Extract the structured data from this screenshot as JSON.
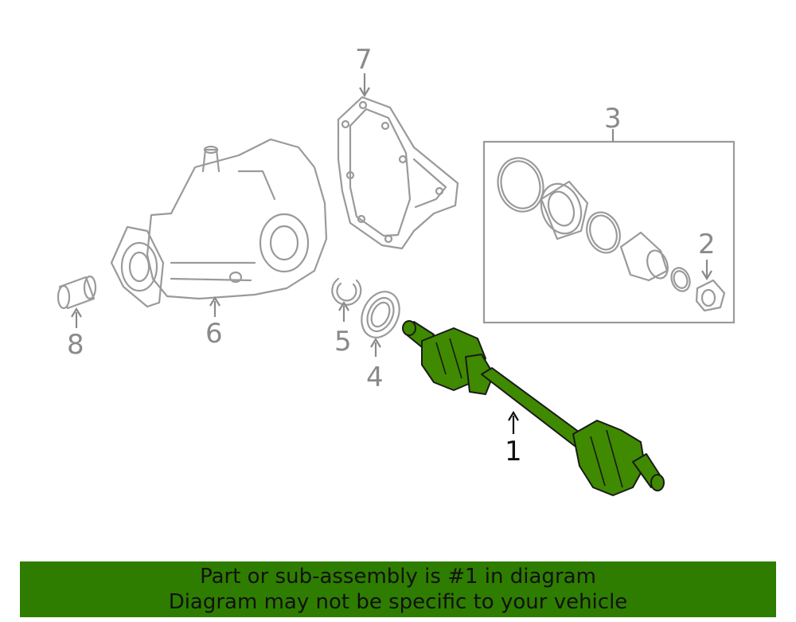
{
  "callouts": {
    "c1": "1",
    "c2": "2",
    "c3": "3",
    "c4": "4",
    "c5": "5",
    "c6": "6",
    "c7": "7",
    "c8": "8"
  },
  "banner": {
    "line1": "Part or sub-assembly is #1 in diagram",
    "line2": "Diagram may not be specific to your vehicle"
  },
  "colors": {
    "highlight": "#3f8a00",
    "banner_bg": "#2e7d00",
    "line_art": "#9a9a9a"
  }
}
